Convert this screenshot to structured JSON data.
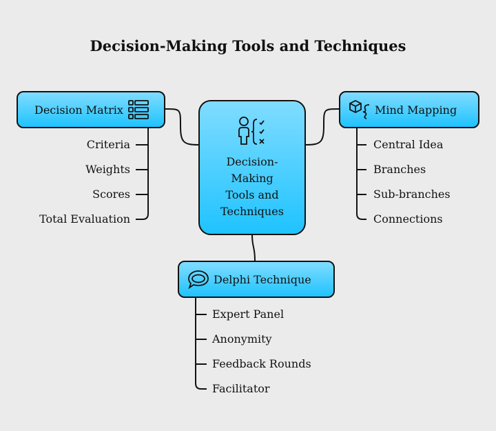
{
  "title": "Decision-Making Tools and Techniques",
  "center": {
    "lines": [
      "Decision-",
      "Making",
      "Tools and",
      "Techniques"
    ],
    "icon": "person-checklist-icon"
  },
  "branches": {
    "decision_matrix": {
      "label": "Decision Matrix",
      "icon": "list-icon",
      "items": [
        "Criteria",
        "Weights",
        "Scores",
        "Total Evaluation"
      ]
    },
    "mind_mapping": {
      "label": "Mind Mapping",
      "icon": "cube-branch-icon",
      "items": [
        "Central Idea",
        "Branches",
        "Sub-branches",
        "Connections"
      ]
    },
    "delphi": {
      "label": "Delphi Technique",
      "icon": "speech-bubble-icon",
      "items": [
        "Expert Panel",
        "Anonymity",
        "Feedback Rounds",
        "Facilitator"
      ]
    }
  }
}
